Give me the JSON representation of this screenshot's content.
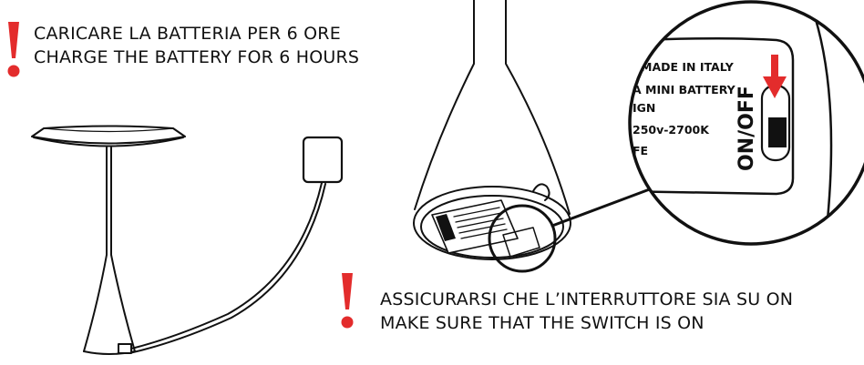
{
  "colors": {
    "warning": "#e32c2c",
    "stroke": "#111111",
    "background": "#ffffff"
  },
  "icons": {
    "warning": "exclamation-warning-icon",
    "arrow": "red-down-arrow-icon"
  },
  "notes": {
    "charge": {
      "it": "CARICARE LA BATTERIA PER 6 ORE",
      "en": "CHARGE THE BATTERY FOR 6 HOURS"
    },
    "switch": {
      "it": "ASSICURARSI CHE L’INTERRUTTORE SIA SU ON",
      "en": "MAKE SURE THAT THE SWITCH IS ON"
    }
  },
  "label": {
    "line1": "MADE IN ITALY",
    "line2": "A MINI BATTERY",
    "line3": "IGN",
    "line4": "250v-2700K",
    "line5": "FE",
    "switch_text": "ON/OFF"
  }
}
